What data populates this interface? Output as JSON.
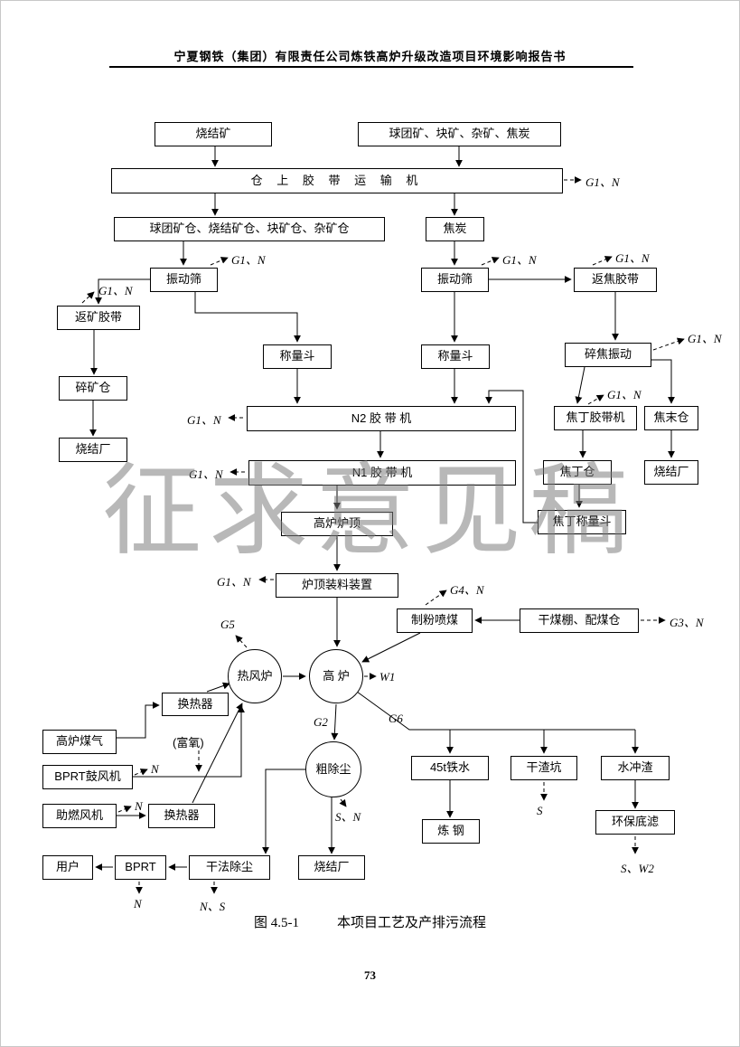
{
  "header": {
    "title": "宁夏钢铁（集团）有限责任公司炼铁高炉升级改造项目环境影响报告书"
  },
  "watermark": "征求意见稿",
  "caption": {
    "figure": "图 4.5-1",
    "text": "本项目工艺及产排污流程"
  },
  "page_number": "73",
  "colors": {
    "line": "#000000",
    "watermark_gray": "#7d7d7d"
  },
  "diagram": {
    "nodes": {
      "sinter_ore": "烧结矿",
      "raw_materials": "球团矿、块矿、杂矿、焦炭",
      "bin_conveyor": "仓 上 胶 带 运 输 机",
      "ore_bins": "球团矿仓、烧结矿仓、块矿仓、杂矿仓",
      "coke": "焦炭",
      "vib_screen": "振动筛",
      "return_ore_belt": "返矿胶带",
      "crushed_ore_bin": "碎矿仓",
      "sinter_plant": "烧结厂",
      "weigh_hopper": "称量斗",
      "return_coke_belt": "返焦胶带",
      "coke_crush_vib": "碎焦振动",
      "coke_nut_belt": "焦丁胶带机",
      "coke_fines_bin": "焦末仓",
      "coke_nut_bin": "焦丁仓",
      "coke_nut_weigh": "焦丁称量斗",
      "n2_belt": "N2 胶 带 机",
      "n1_belt": "N1 胶 带 机",
      "bf_top": "高炉炉顶",
      "top_charging": "炉顶装料装置",
      "coal_injection": "制粉喷煤",
      "coal_shed": "干煤棚、配煤仓",
      "hot_stove": "热风炉",
      "blast_furnace": "高 炉",
      "heat_exchanger": "换热器",
      "bf_gas": "高炉煤气",
      "bprt_blower": "BPRT鼓风机",
      "comb_fan": "助燃风机",
      "coarse_dedust": "粗除尘",
      "dry_dedust": "干法除尘",
      "bprt": "BPRT",
      "user": "用户",
      "iron_45t": "45t铁水",
      "steelmaking": "炼 钢",
      "slag_pit": "干渣坑",
      "water_slag": "水冲渣",
      "bottom_filter": "环保底滤"
    },
    "labels": {
      "g1n": "G1、N",
      "g2": "G2",
      "g3n": "G3、N",
      "g4n": "G4、N",
      "g5": "G5",
      "g6": "G6",
      "w1": "W1",
      "n": "N",
      "s": "S",
      "sn": "S、N",
      "ns": "N、S",
      "sw2": "S、W2",
      "oxygen": "(富氧)"
    }
  }
}
